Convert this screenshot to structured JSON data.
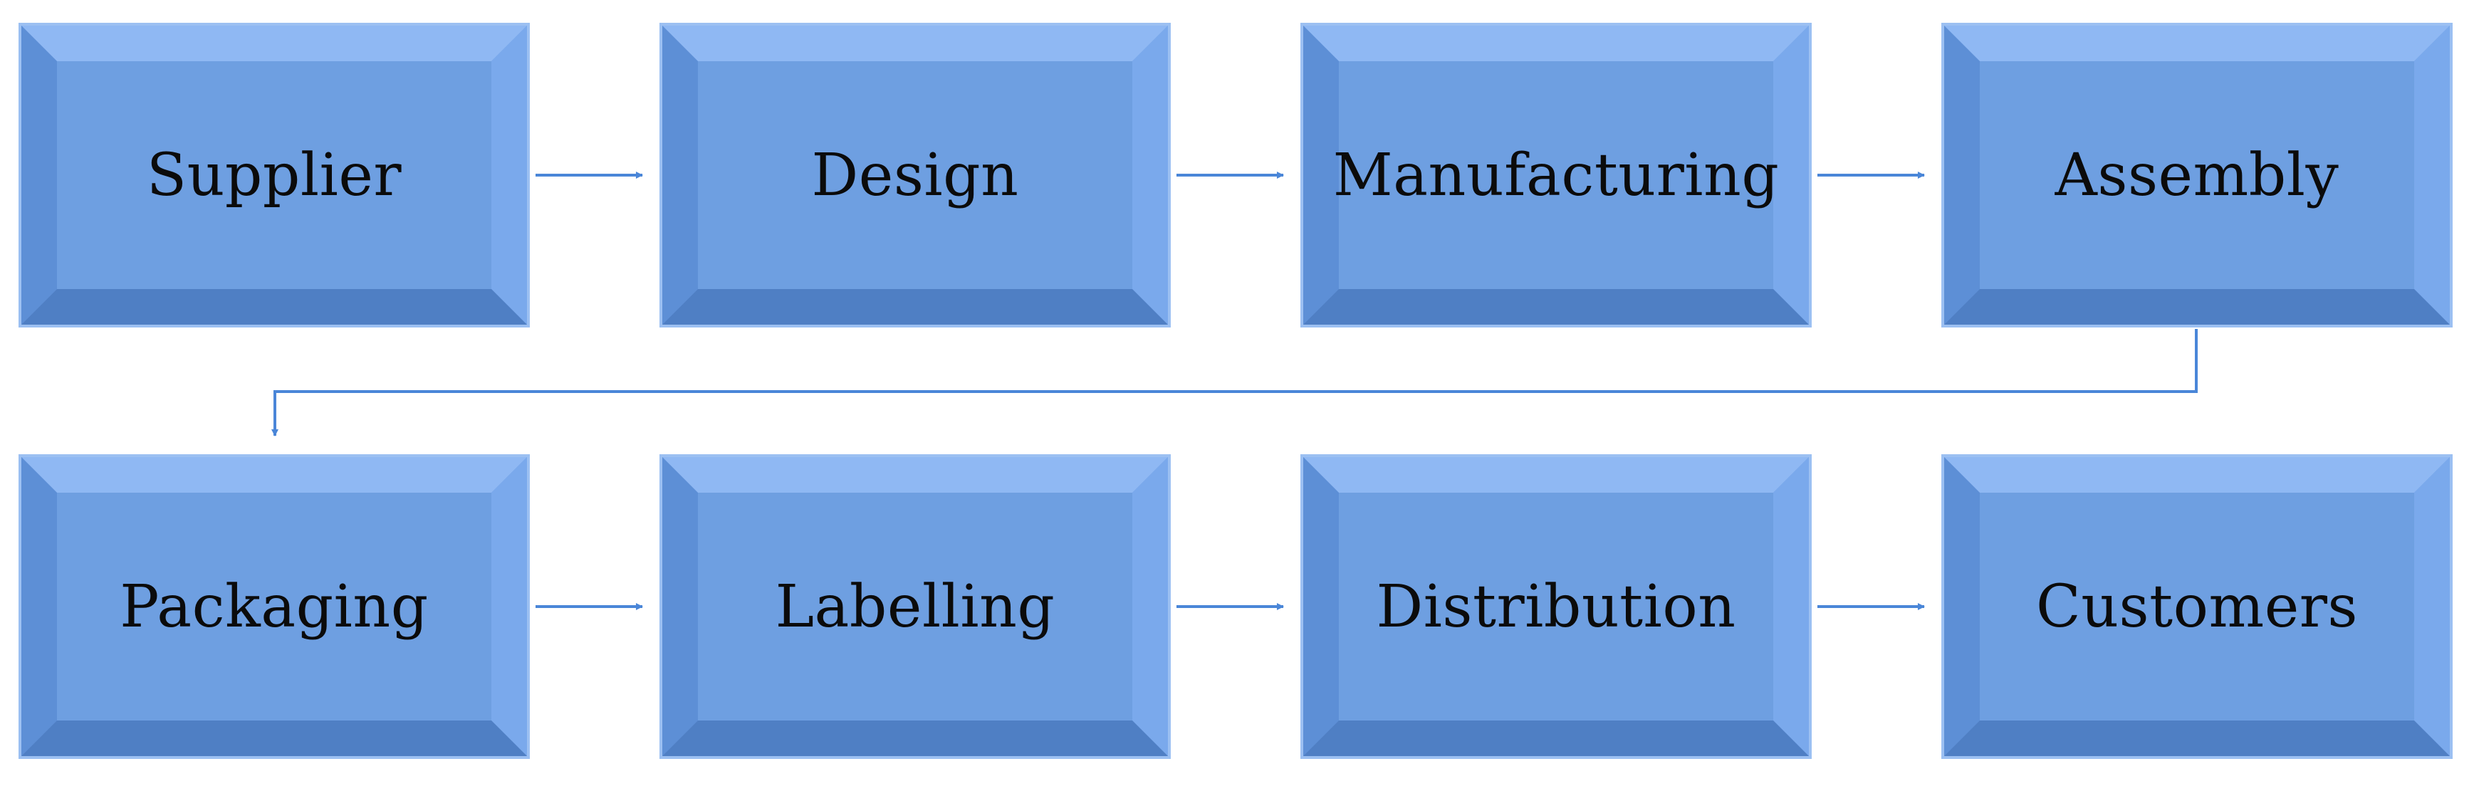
{
  "diagram": {
    "nodes": [
      {
        "id": "supplier",
        "label": "Supplier"
      },
      {
        "id": "design",
        "label": "Design"
      },
      {
        "id": "manufacturing",
        "label": "Manufacturing"
      },
      {
        "id": "assembly",
        "label": "Assembly"
      },
      {
        "id": "packaging",
        "label": "Packaging"
      },
      {
        "id": "labelling",
        "label": "Labelling"
      },
      {
        "id": "distribution",
        "label": "Distribution"
      },
      {
        "id": "customers",
        "label": "Customers"
      }
    ],
    "edges": [
      {
        "from": "supplier",
        "to": "design"
      },
      {
        "from": "design",
        "to": "manufacturing"
      },
      {
        "from": "manufacturing",
        "to": "assembly"
      },
      {
        "from": "assembly",
        "to": "packaging"
      },
      {
        "from": "packaging",
        "to": "labelling"
      },
      {
        "from": "labelling",
        "to": "distribution"
      },
      {
        "from": "distribution",
        "to": "customers"
      }
    ],
    "colors": {
      "box_fill": "#6e9fe1",
      "box_border": "#9cc0f2",
      "bevel_light": "#8fb8f3",
      "bevel_dark": "#4f7fc4",
      "connector": "#4a86d8",
      "text": "#0b0b0b"
    }
  }
}
